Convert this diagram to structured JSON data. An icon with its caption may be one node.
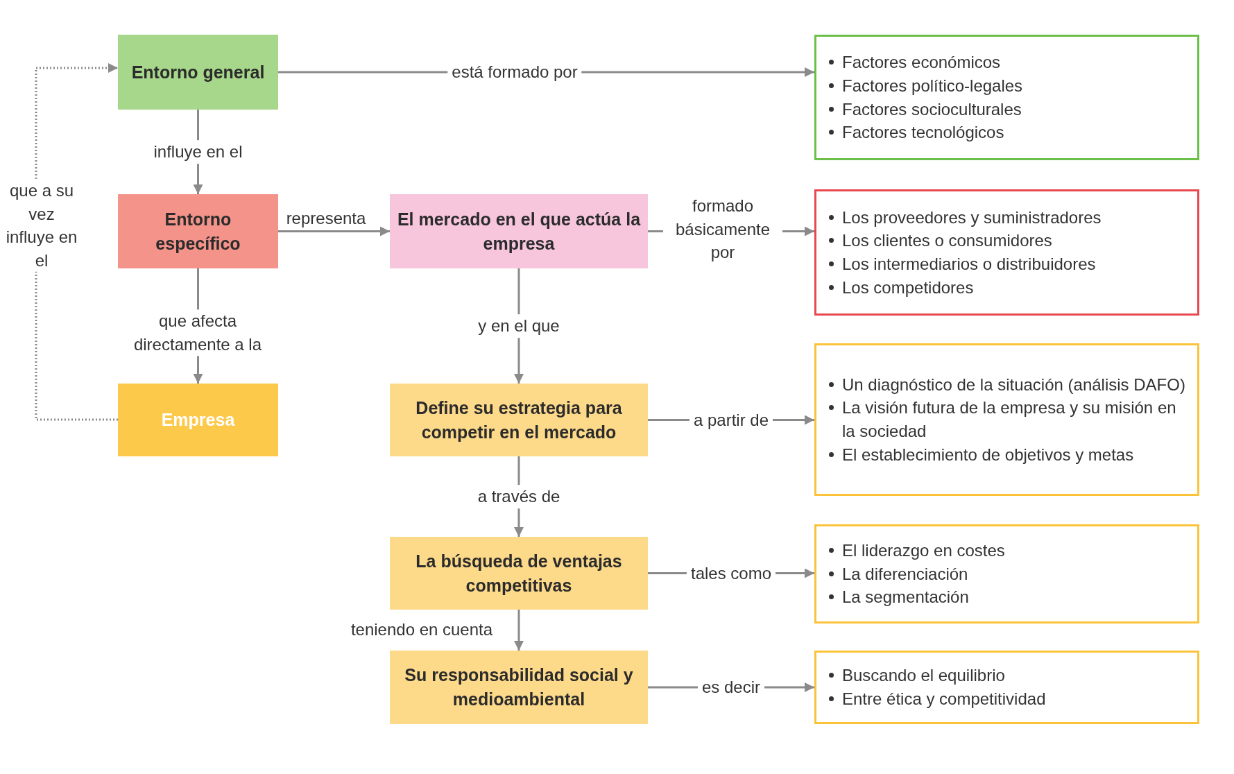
{
  "diagram": {
    "nodes": [
      {
        "text": [
          "Entorno general"
        ]
      },
      {
        "text": [
          "Entorno específico"
        ]
      },
      {
        "text": [
          "Empresa"
        ]
      },
      {
        "text": [
          "El mercado en el que actúa la empresa"
        ]
      },
      {
        "text": [
          "Define su estrategia para competir en el mercado"
        ]
      },
      {
        "text": [
          "La búsqueda de ventajas competitivas"
        ]
      },
      {
        "text": [
          "Su responsabilidad social y medioambiental"
        ]
      },
      {
        "text": [
          "Factores económicos",
          "Factores político-legales",
          "Factores socioculturales",
          "Factores tecnológicos"
        ]
      },
      {
        "text": [
          "Los proveedores y suministradores",
          "Los clientes o consumidores",
          "Los intermediarios o distribuidores",
          "Los competidores"
        ]
      },
      {
        "text": [
          "Un diagnóstico de la situación (análisis DAFO)",
          "La visión futura de la empresa y su misión en la sociedad",
          "El establecimiento de objetivos y metas"
        ]
      },
      {
        "text": [
          "El liderazgo en costes",
          "La diferenciación",
          "La segmentación"
        ]
      },
      {
        "text": [
          "Buscando el equilibrio",
          "Entre ética y competitividad"
        ]
      }
    ],
    "edges": [
      {
        "from": 0,
        "to": 7,
        "arrow": "to",
        "label": "está formado por"
      },
      {
        "from": 0,
        "to": 1,
        "arrow": "to",
        "label": "influye en el"
      },
      {
        "from": 1,
        "to": 3,
        "arrow": "to",
        "label": "representa"
      },
      {
        "from": 1,
        "to": 2,
        "arrow": "to",
        "label": "que afecta directamente a la"
      },
      {
        "from": 2,
        "to": 0,
        "arrow": "to",
        "label": "que a su vez influye en el",
        "style": "dashed"
      },
      {
        "from": 3,
        "to": 8,
        "arrow": "to",
        "label": "formado básicamente por"
      },
      {
        "from": 3,
        "to": 4,
        "arrow": "to",
        "label": "y en el que"
      },
      {
        "from": 4,
        "to": 9,
        "arrow": "to",
        "label": "a partir de"
      },
      {
        "from": 4,
        "to": 5,
        "arrow": "to",
        "label": "a través de"
      },
      {
        "from": 5,
        "to": 10,
        "arrow": "to",
        "label": "tales como"
      },
      {
        "from": 5,
        "to": 6,
        "arrow": "to",
        "label": "teniendo en cuenta"
      },
      {
        "from": 6,
        "to": 11,
        "arrow": "to",
        "label": "es decir"
      }
    ]
  }
}
